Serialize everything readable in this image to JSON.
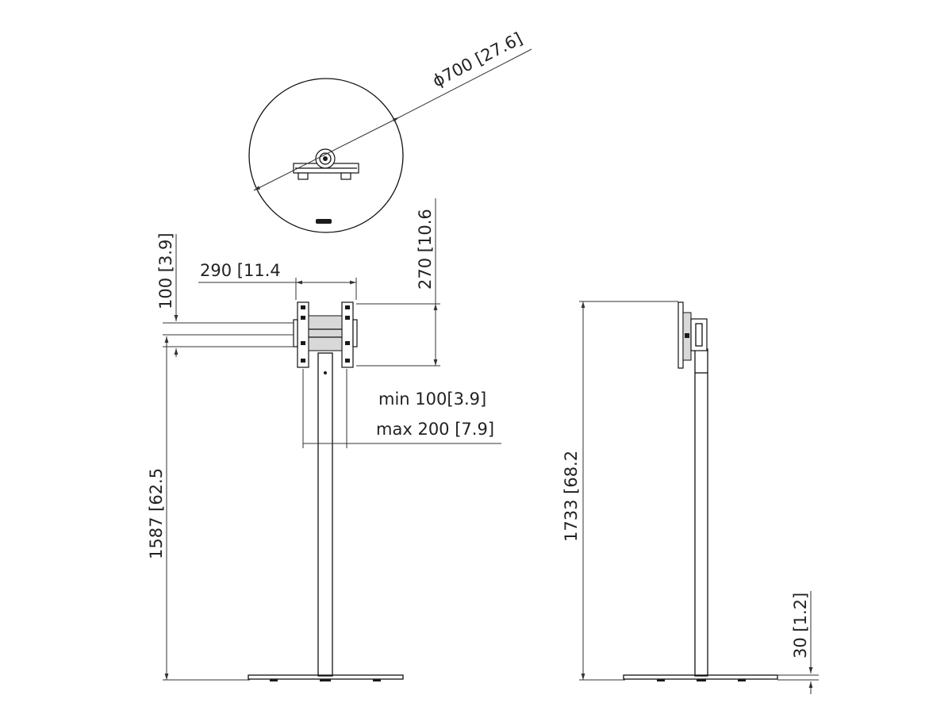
{
  "dimensions": {
    "base_diameter": {
      "value": "700",
      "inch": "27.6",
      "symbol": "ϕ"
    },
    "mount_width": {
      "value": "290",
      "inch": "11.4"
    },
    "mount_height": {
      "value": "270",
      "inch": "10.6"
    },
    "mount_offset": {
      "value": "100",
      "inch": "3.9"
    },
    "pole_spacing_min": {
      "prefix": "min",
      "value": "100",
      "inch": "3.9"
    },
    "pole_spacing_max": {
      "prefix": "max",
      "value": "200",
      "inch": "7.9"
    },
    "height_front": {
      "value": "1587",
      "inch": "62.5"
    },
    "height_side": {
      "value": "1733",
      "inch": "68.2"
    },
    "base_thickness": {
      "value": "30",
      "inch": "1.2"
    }
  }
}
